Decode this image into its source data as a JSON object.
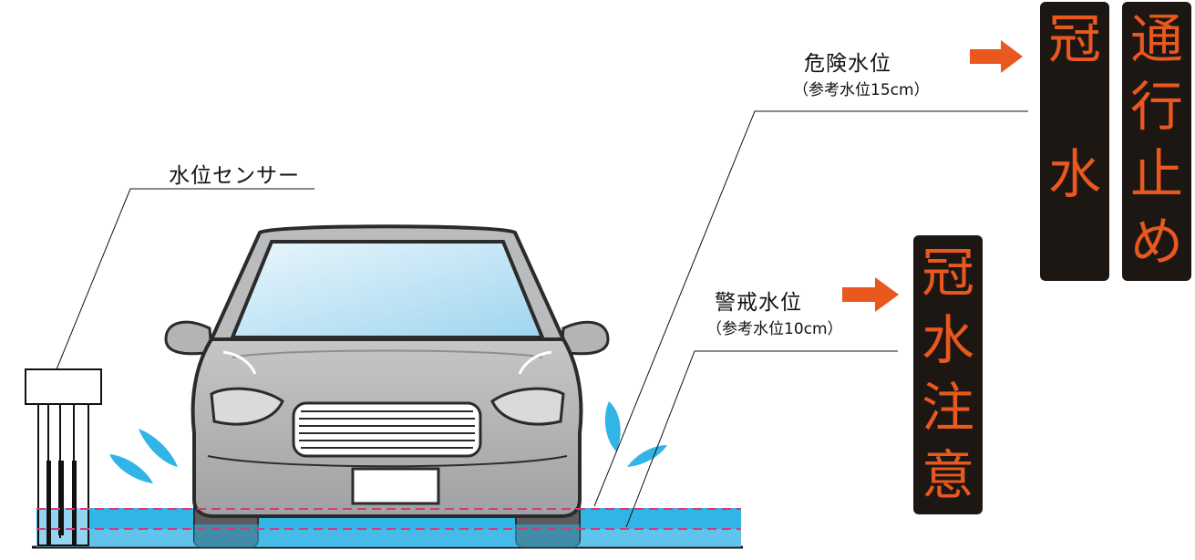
{
  "sensor": {
    "label": "水位センサー"
  },
  "danger_level": {
    "title": "危険水位",
    "note": "（参考水位15cm）"
  },
  "warning_level": {
    "title": "警戒水位",
    "note": "（参考水位10cm）"
  },
  "signs": {
    "flood": [
      "冠",
      "水"
    ],
    "closed": [
      "通",
      "行",
      "止",
      "め"
    ],
    "caution": [
      "冠",
      "水",
      "注",
      "意"
    ]
  },
  "colors": {
    "water": "#31b4e6",
    "water_light": "#a9dcf2",
    "car_body": "#b2b4b6",
    "car_outline": "#2b2b2b",
    "windshield": "#bfe4f5",
    "sign_bg": "#1d1713",
    "sign_text": "#e8581f",
    "arrow": "#e8581f",
    "dashed_line": "#d63a7a"
  }
}
